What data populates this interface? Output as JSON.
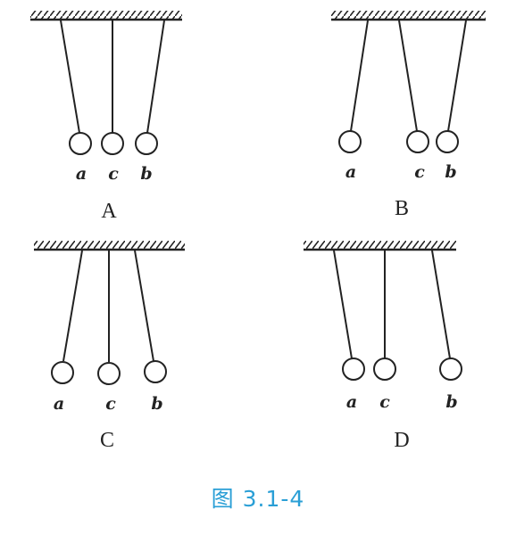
{
  "caption": "图 3.1-4",
  "colors": {
    "line": "#222222",
    "caption": "#2a9fd6"
  },
  "panels": [
    {
      "name": "A",
      "balls": [
        "a",
        "c",
        "b"
      ]
    },
    {
      "name": "B",
      "balls": [
        "a",
        "c",
        "b"
      ]
    },
    {
      "name": "C",
      "balls": [
        "a",
        "c",
        "b"
      ]
    },
    {
      "name": "D",
      "balls": [
        "a",
        "c",
        "b"
      ]
    }
  ]
}
